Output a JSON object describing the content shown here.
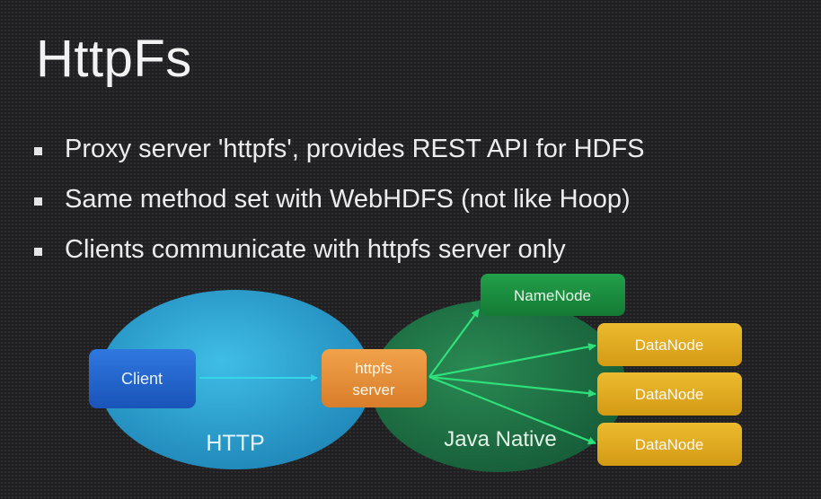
{
  "slide": {
    "title": "HttpFs",
    "bullets": [
      "Proxy server 'httpfs', provides REST API for HDFS",
      "Same method set with WebHDFS (not like Hoop)",
      "Clients communicate with httpfs server only"
    ]
  },
  "diagram": {
    "regions": {
      "http": "HTTP",
      "java_native": "Java Native"
    },
    "nodes": {
      "client": "Client",
      "httpfs_line1": "httpfs",
      "httpfs_line2": "server",
      "namenode": "NameNode",
      "datanode_1": "DataNode",
      "datanode_2": "DataNode",
      "datanode_3": "DataNode"
    },
    "colors": {
      "http_region": "#2fa6d2",
      "java_region": "#1f7a4a",
      "client_box": "#2060c8",
      "httpfs_box": "#e8923a",
      "namenode_box": "#1b8a3e",
      "datanode_box": "#e0a81c",
      "http_arrow": "#35d6ea",
      "java_arrow": "#2ee07a"
    }
  }
}
